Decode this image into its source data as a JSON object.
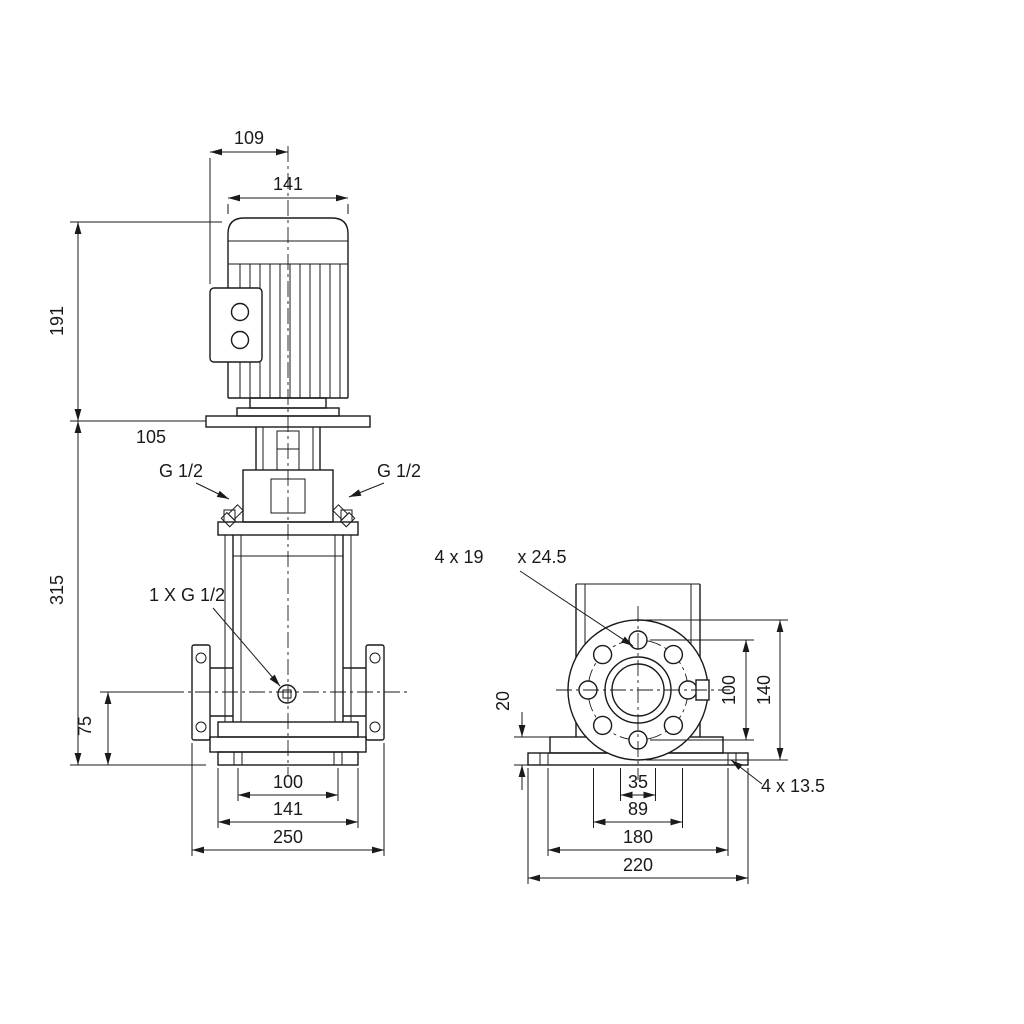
{
  "front": {
    "dim109": "109",
    "dim141_motor": "141",
    "dim191": "191",
    "dim105": "105",
    "port_left": "G 1/2",
    "port_right": "G 1/2",
    "dim315": "315",
    "drain": "1 X G 1/2",
    "dim75": "75",
    "dim100": "100",
    "dim141_base": "141",
    "dim250": "250"
  },
  "side": {
    "holes_note": "4 x 19",
    "counterbore_note": "x 24.5",
    "dim20": "20",
    "dim100": "100",
    "dim140": "140",
    "base_holes_note": "4 x 13.5",
    "dim35": "35",
    "dim89": "89",
    "dim180": "180",
    "dim220": "220"
  },
  "colors": {
    "ink": "#1a1a1a",
    "background": "#ffffff"
  }
}
